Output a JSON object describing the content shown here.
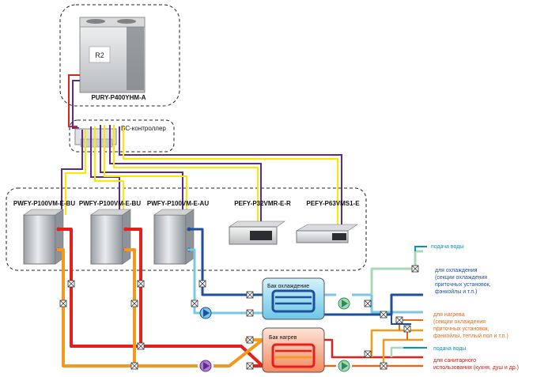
{
  "outdoor_unit": {
    "badge": "R2",
    "model": "PURY-P400YHM-A"
  },
  "bc_controller": {
    "label": "BC-контроллер"
  },
  "indoor_units": [
    {
      "model": "PWFY-P100VM-E-BU"
    },
    {
      "model": "PWFY-P100VM-E-BU"
    },
    {
      "model": "PWFY-P100VM-E-AU"
    },
    {
      "model": "PEFY-P32VMR-E-R"
    },
    {
      "model": "PEFY-P63VMS1-E"
    }
  ],
  "tanks": {
    "cooling": {
      "label": "Бак охлаждение"
    },
    "heating": {
      "label": "Бак нагрев"
    }
  },
  "notes": {
    "water_supply_top": "подача воды",
    "cooling_l1": "для охлаждения",
    "cooling_l2": "(секции охлаждения",
    "cooling_l3": "приточных установок,",
    "cooling_l4": "фэнкойлы и т.п.)",
    "heating_l1": "для нагрева",
    "heating_l2": "(секции охлаждения",
    "heating_l3": "приточных установок,",
    "heating_l4": "фэнкойлы, теплый пол и т.п.)",
    "water_supply_bottom": "подача воды",
    "sanitary_l1": "для санитарного",
    "sanitary_l2": "использования (кухня, душ и др.)"
  },
  "colors": {
    "hot_pipe": "#e3201b",
    "warm_pipe": "#f39a1e",
    "chilled_pipe": "#1c4f9c",
    "cool_pipe": "#79c7e3",
    "water_pipe": "#a8d8b9",
    "refrigerant_yellow": "#ffe600",
    "refrigerant_purple": "#5b2d8a",
    "cooling_note": "#1c4f9c",
    "heating_note": "#e46a18",
    "sanitary_note": "#c0201c",
    "water_note": "#0b8fc1"
  }
}
